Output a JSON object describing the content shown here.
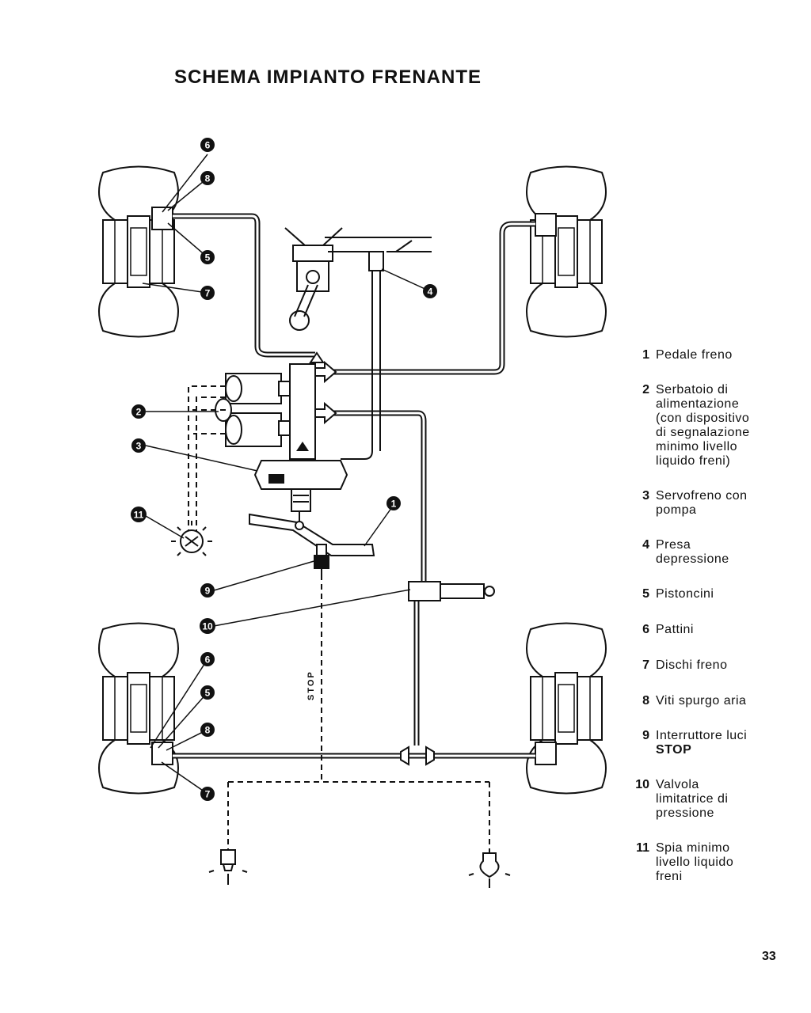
{
  "title": "SCHEMA IMPIANTO FRENANTE",
  "page_number": "33",
  "stop_label": "STOP",
  "legend": [
    {
      "num": "1",
      "lines": [
        "Pedale freno"
      ]
    },
    {
      "num": "2",
      "lines": [
        "Serbatoio di",
        "alimentazione",
        "(con dispositivo",
        "di segnalazione",
        "minimo livello",
        "liquido freni)"
      ]
    },
    {
      "num": "3",
      "lines": [
        "Servofreno con",
        "pompa"
      ]
    },
    {
      "num": "4",
      "lines": [
        "Presa",
        "depressione"
      ]
    },
    {
      "num": "5",
      "lines": [
        "Pistoncini"
      ]
    },
    {
      "num": "6",
      "lines": [
        "Pattini"
      ]
    },
    {
      "num": "7",
      "lines": [
        "Dischi freno"
      ]
    },
    {
      "num": "8",
      "lines": [
        "Viti spurgo aria"
      ]
    },
    {
      "num": "9",
      "lines": [
        "Interruttore luci",
        "STOP"
      ]
    },
    {
      "num": "10",
      "lines": [
        "Valvola",
        "limitatrice di",
        "pressione"
      ]
    },
    {
      "num": "11",
      "lines": [
        "Spia minimo",
        "livello liquido",
        "freni"
      ]
    }
  ],
  "callouts": {
    "c1": "1",
    "c2": "2",
    "c3": "3",
    "c4": "4",
    "c5a": "5",
    "c5b": "5",
    "c6a": "6",
    "c6b": "6",
    "c7a": "7",
    "c7b": "7",
    "c8a": "8",
    "c8b": "8",
    "c9": "9",
    "c10": "10",
    "c11": "11"
  }
}
